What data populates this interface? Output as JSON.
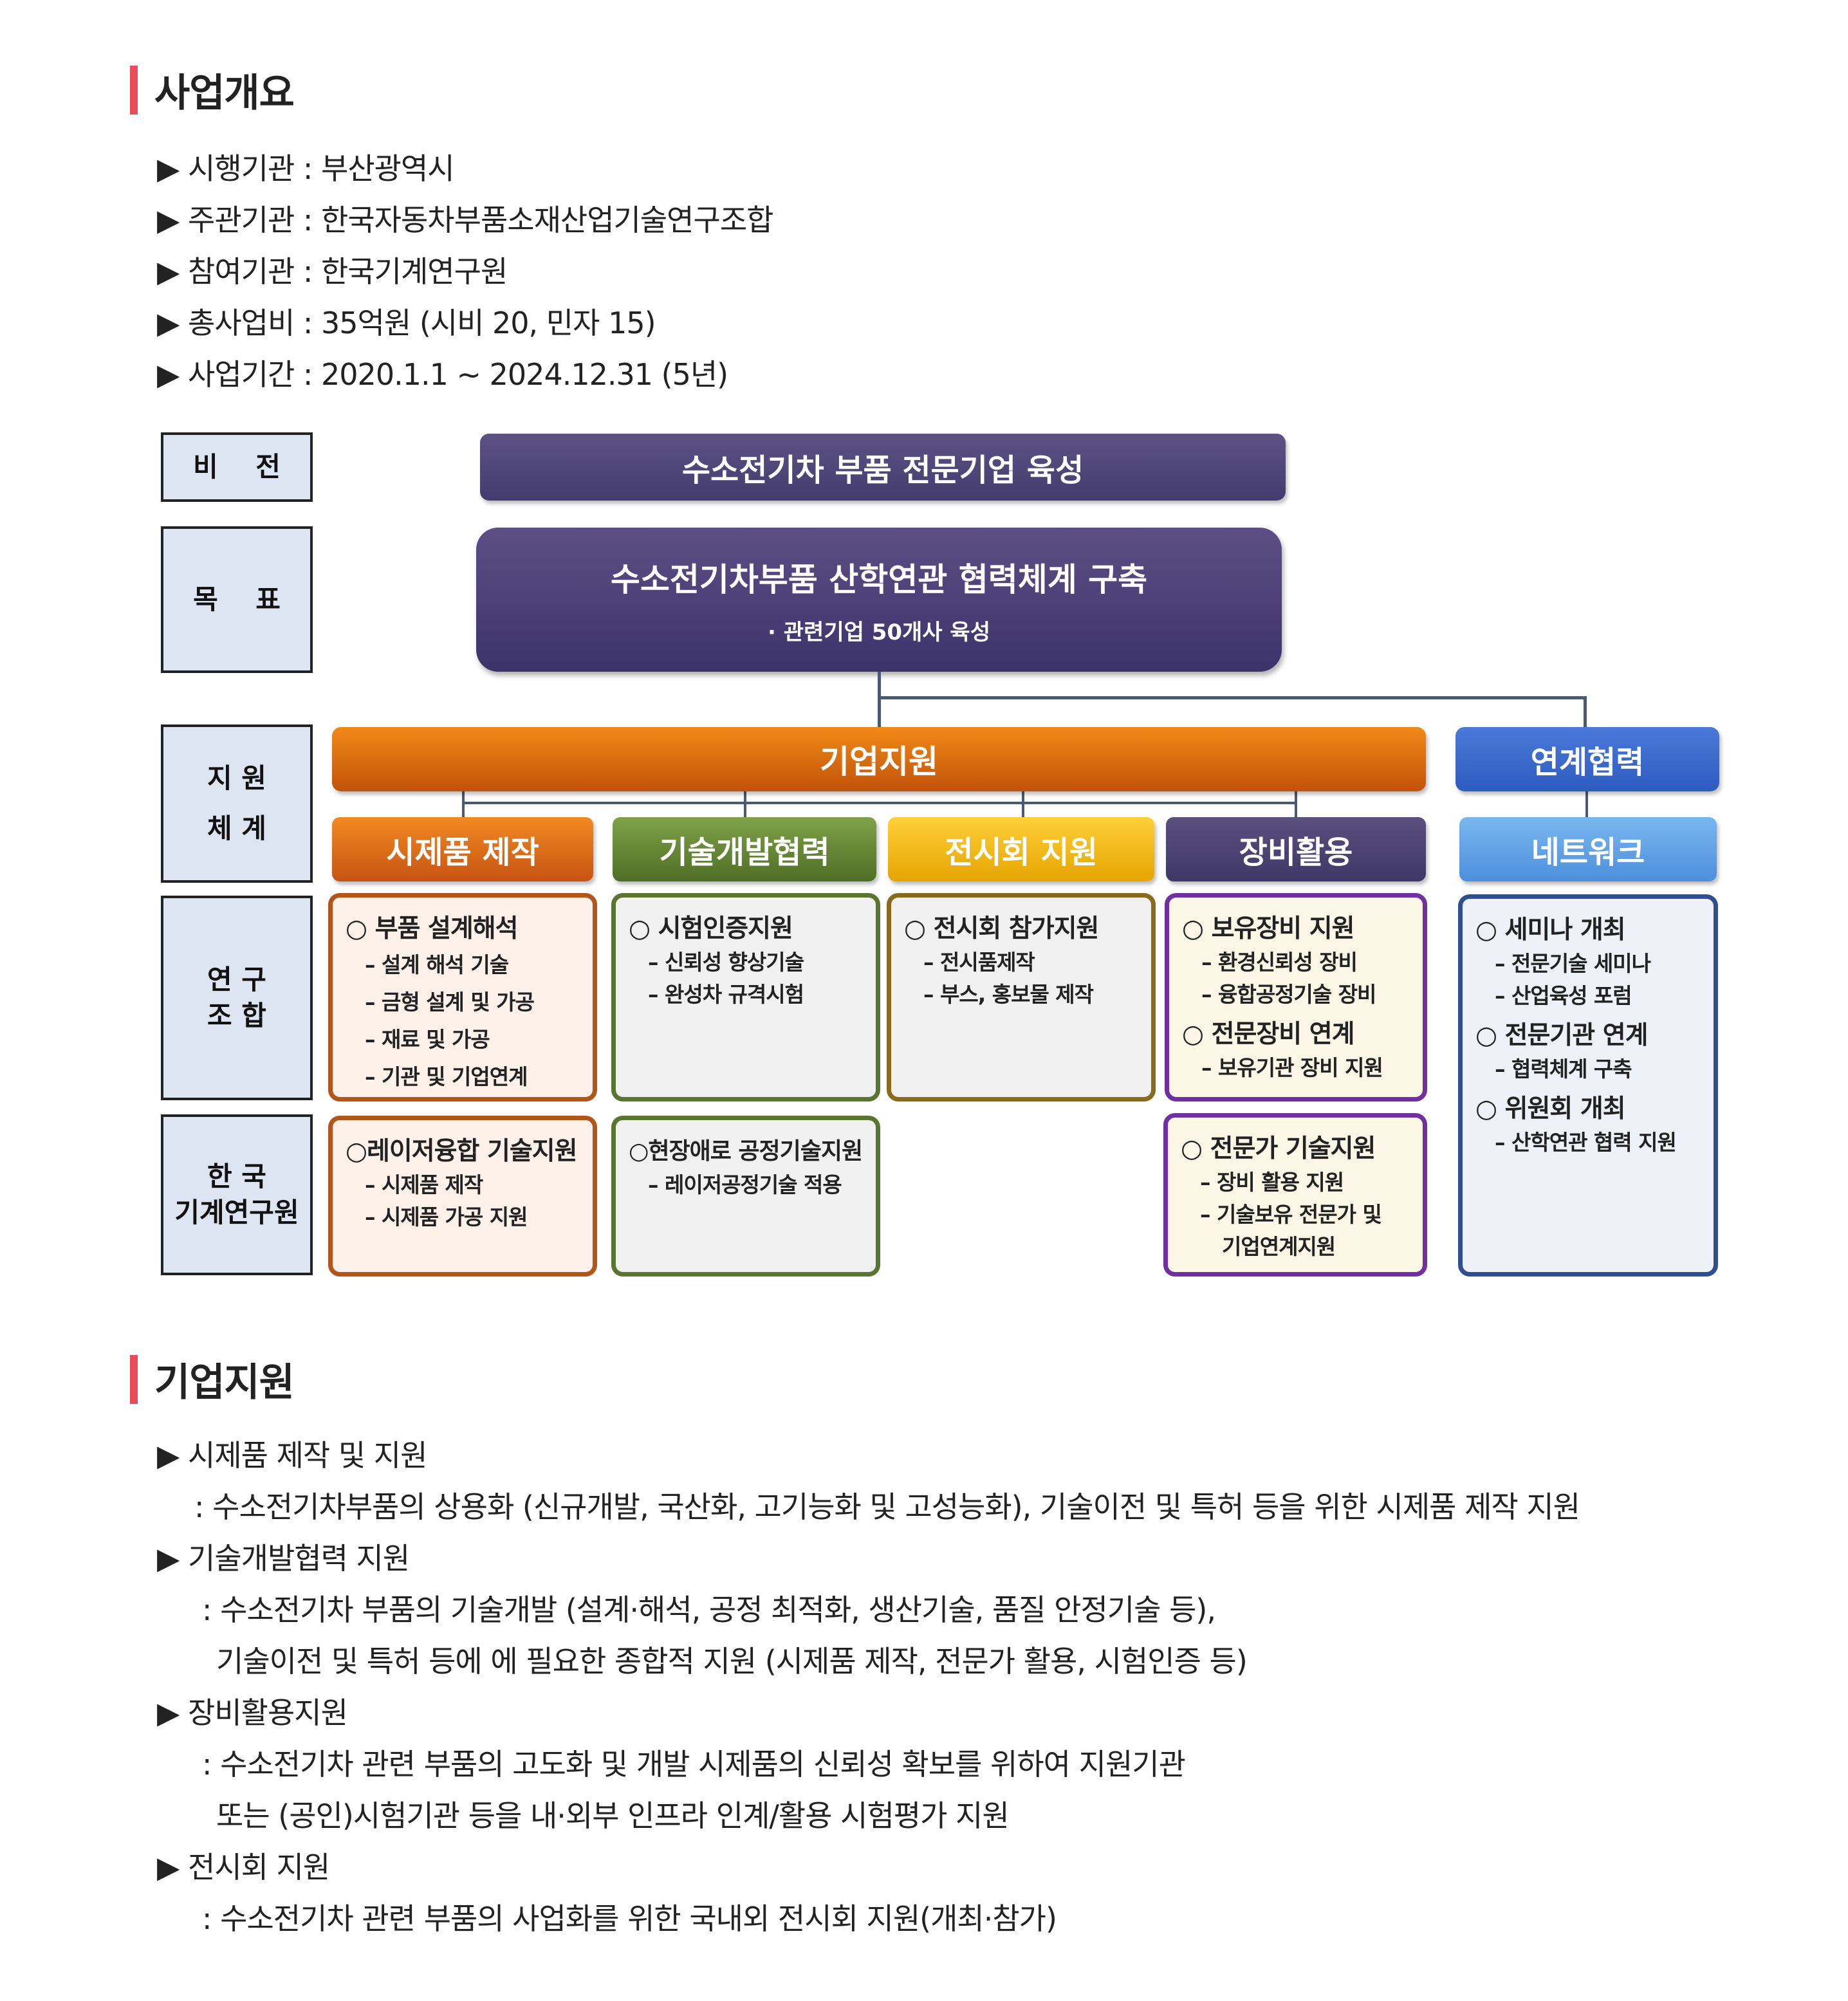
{
  "overview": {
    "title": "사업개요",
    "items": [
      "시행기관 : 부산광역시",
      "주관기관 : 한국자동차부품소재산업기술연구조합",
      "참여기관 : 한국기계연구원",
      "총사업비 : 35억원 (시비 20, 민자 15)",
      "사업기간 : 2020.1.1 ~ 2024.12.31 (5년)"
    ]
  },
  "diagram": {
    "labels": {
      "vision": "비    전",
      "goal": "목    표",
      "support_1": "지 원",
      "support_2": "체 계",
      "research_1": "연 구",
      "research_2": "조 합",
      "kimm_1": "한 국",
      "kimm_2": "기계연구원"
    },
    "vision": "수소전기차 부품 전문기업 육성",
    "goal_main": "수소전기차부품 산학연관 협력체계 구축",
    "goal_sub": "· 관련기업 50개사 육성",
    "corp_support": "기업지원",
    "linkage": "연계협력",
    "subcategories": [
      "시제품 제작",
      "기술개발협력",
      "전시회 지원",
      "장비활용",
      "네트워크"
    ],
    "research_cards": [
      {
        "head": "○ 부품 설계해석",
        "items": [
          "– 설계 해석 기술",
          "– 금형 설계 및 가공",
          "– 재료 및 가공",
          "– 기관 및 기업연계"
        ]
      },
      {
        "head": "○ 시험인증지원",
        "items": [
          "– 신뢰성 향상기술",
          "– 완성차 규격시험"
        ]
      },
      {
        "head": "○ 전시회 참가지원",
        "items": [
          "– 전시품제작",
          "– 부스, 홍보물 제작"
        ]
      },
      {
        "head": "○ 보유장비 지원",
        "items": [
          "– 환경신뢰성 장비",
          "– 융합공정기술 장비"
        ],
        "head2": "○ 전문장비 연계",
        "items2": [
          "– 보유기관 장비 지원"
        ]
      }
    ],
    "kimm_cards": [
      {
        "head": "○레이저융합 기술지원",
        "items": [
          "– 시제품 제작",
          "– 시제품 가공 지원"
        ]
      },
      {
        "head": "○현장애로 공정기술지원",
        "items": [
          "– 레이저공정기술 적용"
        ]
      },
      {
        "head": "○ 전문가 기술지원",
        "items": [
          "– 장비 활용 지원",
          "– 기술보유 전문가 및",
          "기업연계지원"
        ]
      }
    ],
    "network_card": {
      "head1": "○ 세미나 개최",
      "items1": [
        "– 전문기술 세미나",
        "– 산업육성 포럼"
      ],
      "head2": "○ 전문기관 연계",
      "items2": [
        "– 협력체계 구축"
      ],
      "head3": "○ 위원회 개최",
      "items3": [
        "– 산학연관 협력 지원"
      ]
    }
  },
  "corporate": {
    "title": "기업지원",
    "sections": [
      {
        "title": "시제품 제작 및 지원",
        "lines": [
          ": 수소전기차부품의 상용화 (신규개발, 국산화, 고기능화 및 고성능화), 기술이전 및 특허 등을 위한 시제품 제작 지원"
        ]
      },
      {
        "title": "기술개발협력 지원",
        "lines": [
          ": 수소전기차 부품의 기술개발 (설계·해석, 공정 최적화, 생산기술, 품질 안정기술 등),",
          "기술이전 및 특허 등에 에 필요한 종합적 지원 (시제품 제작, 전문가 활용, 시험인증 등)"
        ]
      },
      {
        "title": "장비활용지원",
        "lines": [
          ": 수소전기차 관련 부품의 고도화 및 개발 시제품의 신뢰성 확보를 위하여 지원기관",
          "또는 (공인)시험기관 등을 내·외부 인프라 인계/활용 시험평가 지원"
        ]
      },
      {
        "title": "전시회 지원",
        "lines": [
          ": 수소전기차 관련 부품의 사업화를 위한 국내외 전시회 지원(개최·참가)"
        ]
      }
    ]
  }
}
